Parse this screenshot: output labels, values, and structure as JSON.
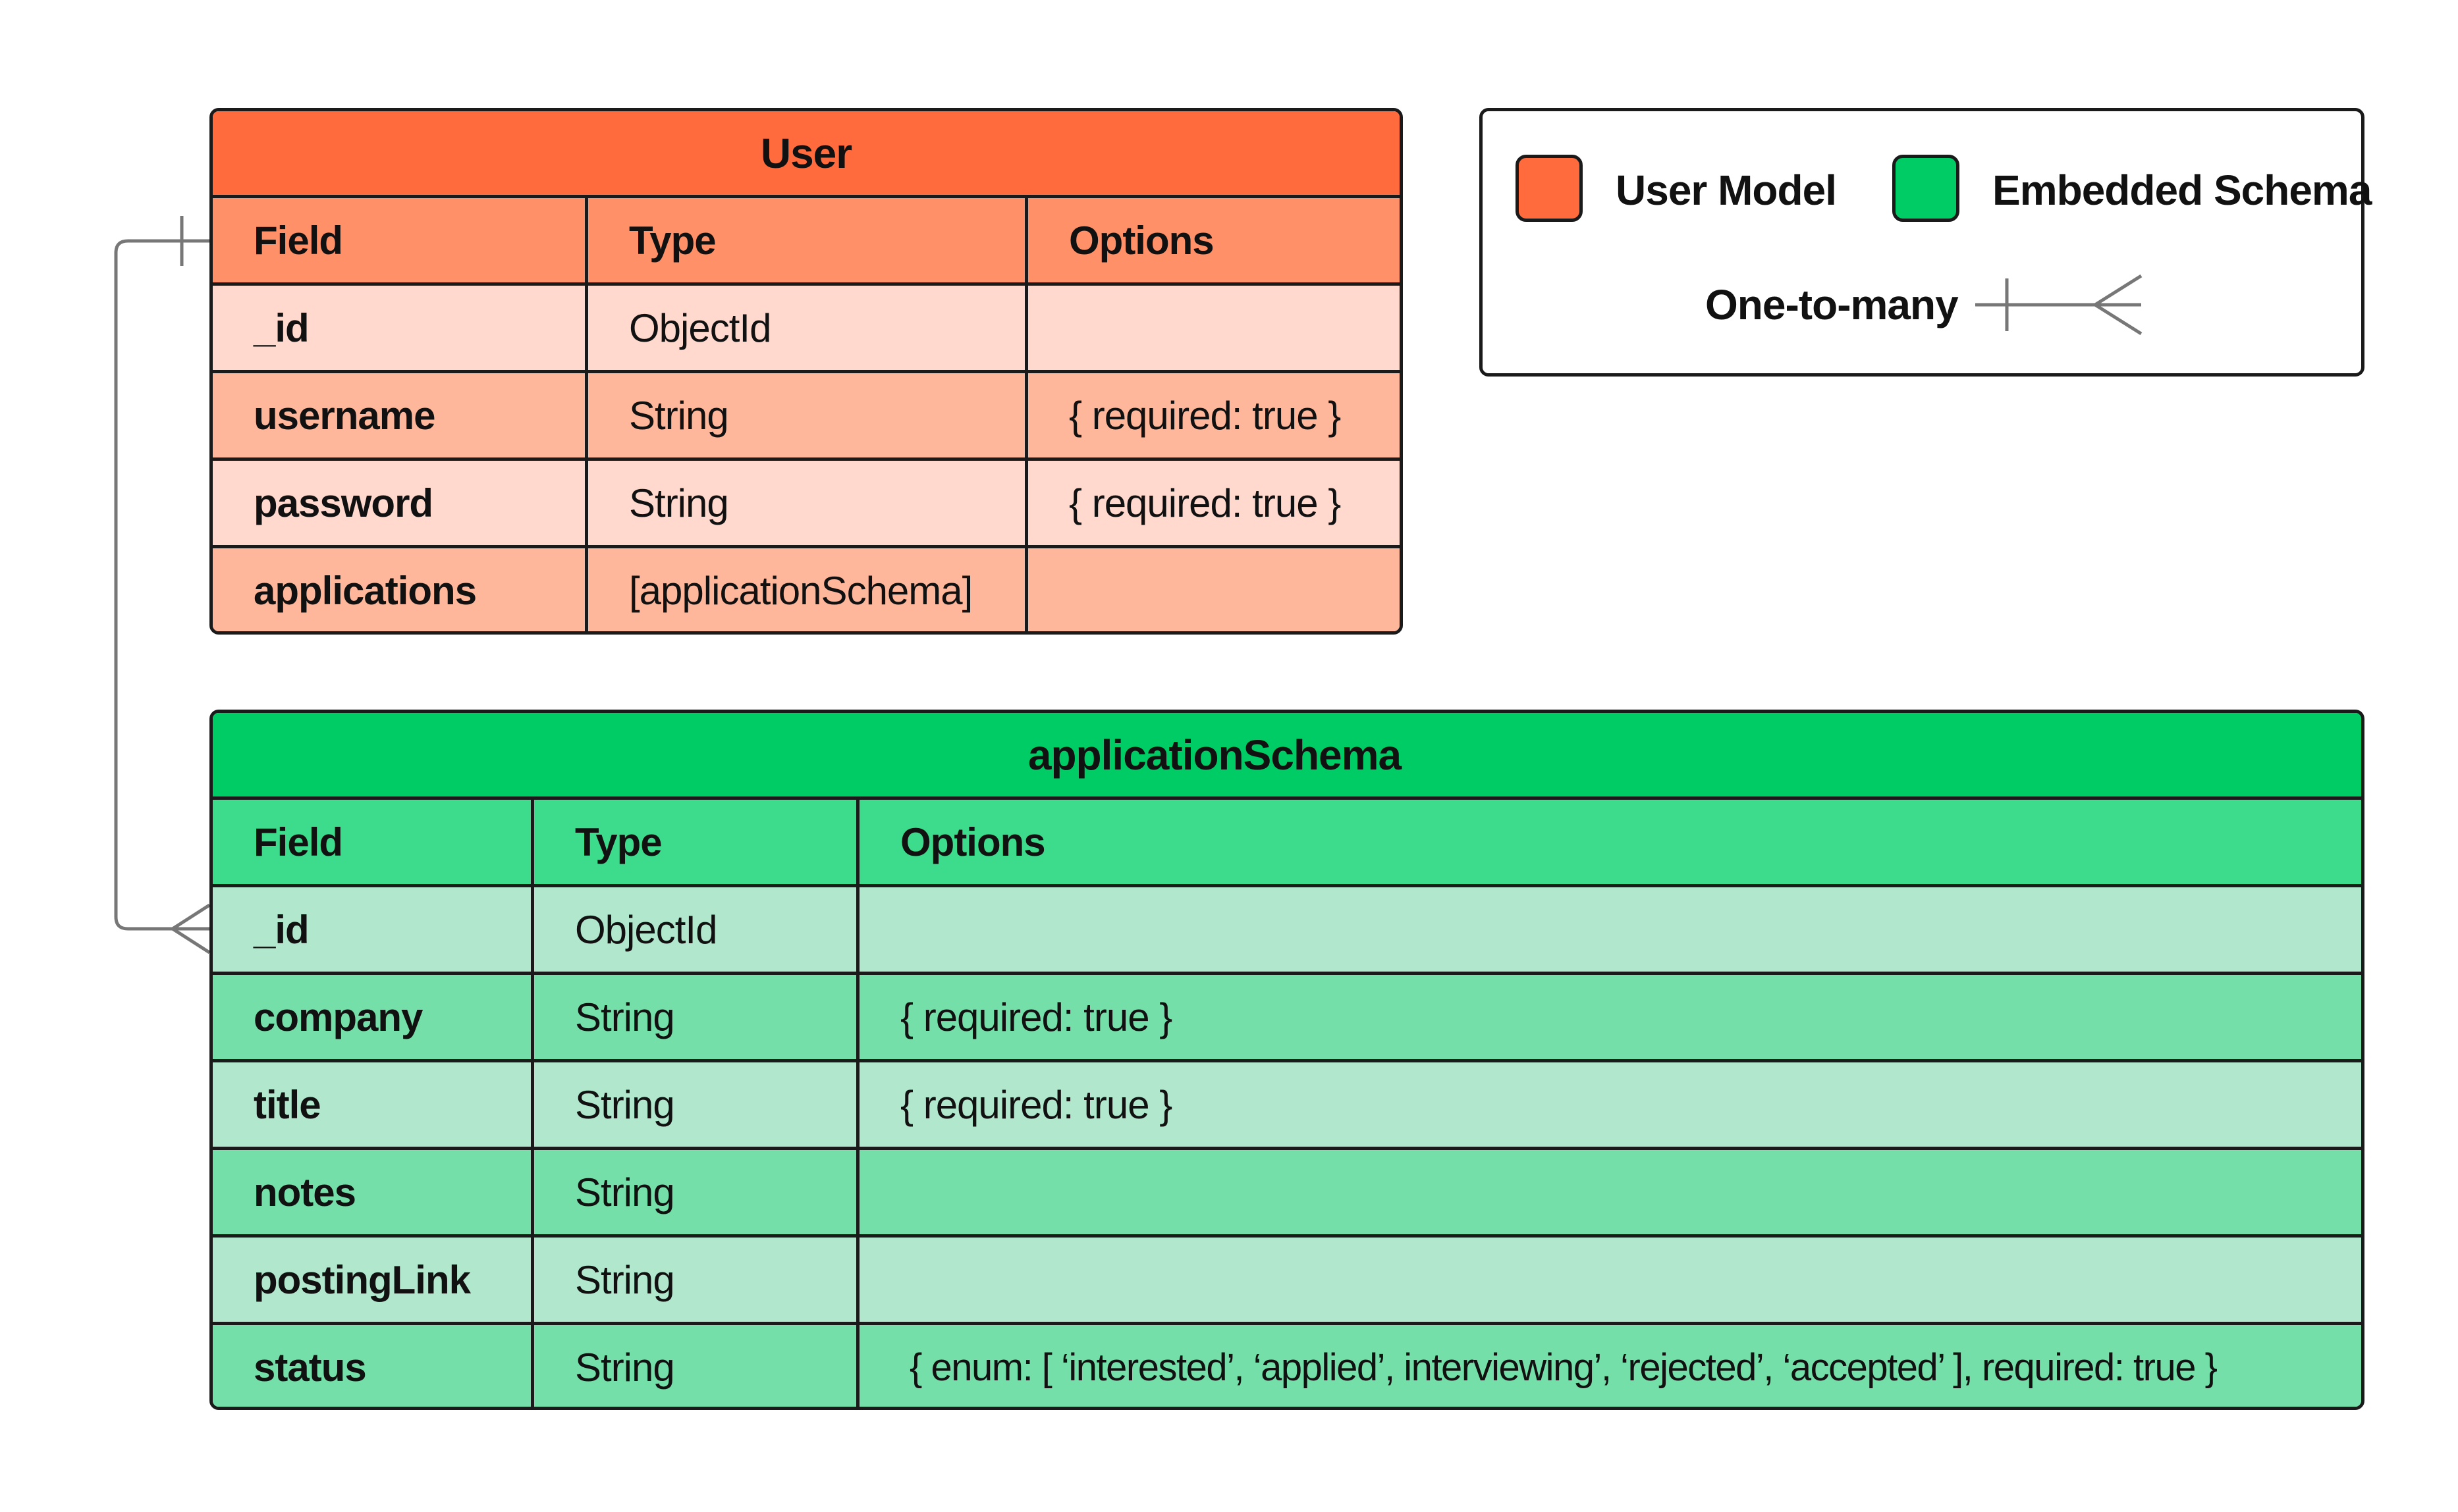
{
  "user_table": {
    "title": "User",
    "headers": [
      "Field",
      "Type",
      "Options"
    ],
    "rows": [
      {
        "field": "_id",
        "type": "ObjectId",
        "options": ""
      },
      {
        "field": "username",
        "type": "String",
        "options": "{ required: true }"
      },
      {
        "field": "password",
        "type": "String",
        "options": "{ required: true }"
      },
      {
        "field": "applications",
        "type": "[applicationSchema]",
        "options": ""
      }
    ]
  },
  "application_table": {
    "title": "applicationSchema",
    "headers": [
      "Field",
      "Type",
      "Options"
    ],
    "rows": [
      {
        "field": "_id",
        "type": "ObjectId",
        "options": ""
      },
      {
        "field": "company",
        "type": "String",
        "options": "{ required: true }"
      },
      {
        "field": "title",
        "type": "String",
        "options": "{ required: true }"
      },
      {
        "field": "notes",
        "type": "String",
        "options": ""
      },
      {
        "field": "postingLink",
        "type": "String",
        "options": ""
      },
      {
        "field": "status",
        "type": "String",
        "options": "{ enum: [ ‘interested’, ‘applied’, interviewing’, ‘rejected’, ‘accepted’ ], required: true }"
      }
    ]
  },
  "legend": {
    "user_model_label": "User Model",
    "embedded_schema_label": "Embedded Schema",
    "one_to_many_label": "One-to-many"
  },
  "colors": {
    "user_title": "#ff6b3d",
    "user_header": "#ff9068",
    "user_row_light": "#ffd9cd",
    "user_row_mid": "#ffb79c",
    "schema_title": "#00cc66",
    "schema_header": "#3ddc8c",
    "schema_row_light": "#b1e8cd",
    "schema_row_mid": "#74dfa8",
    "connector": "#777777"
  }
}
